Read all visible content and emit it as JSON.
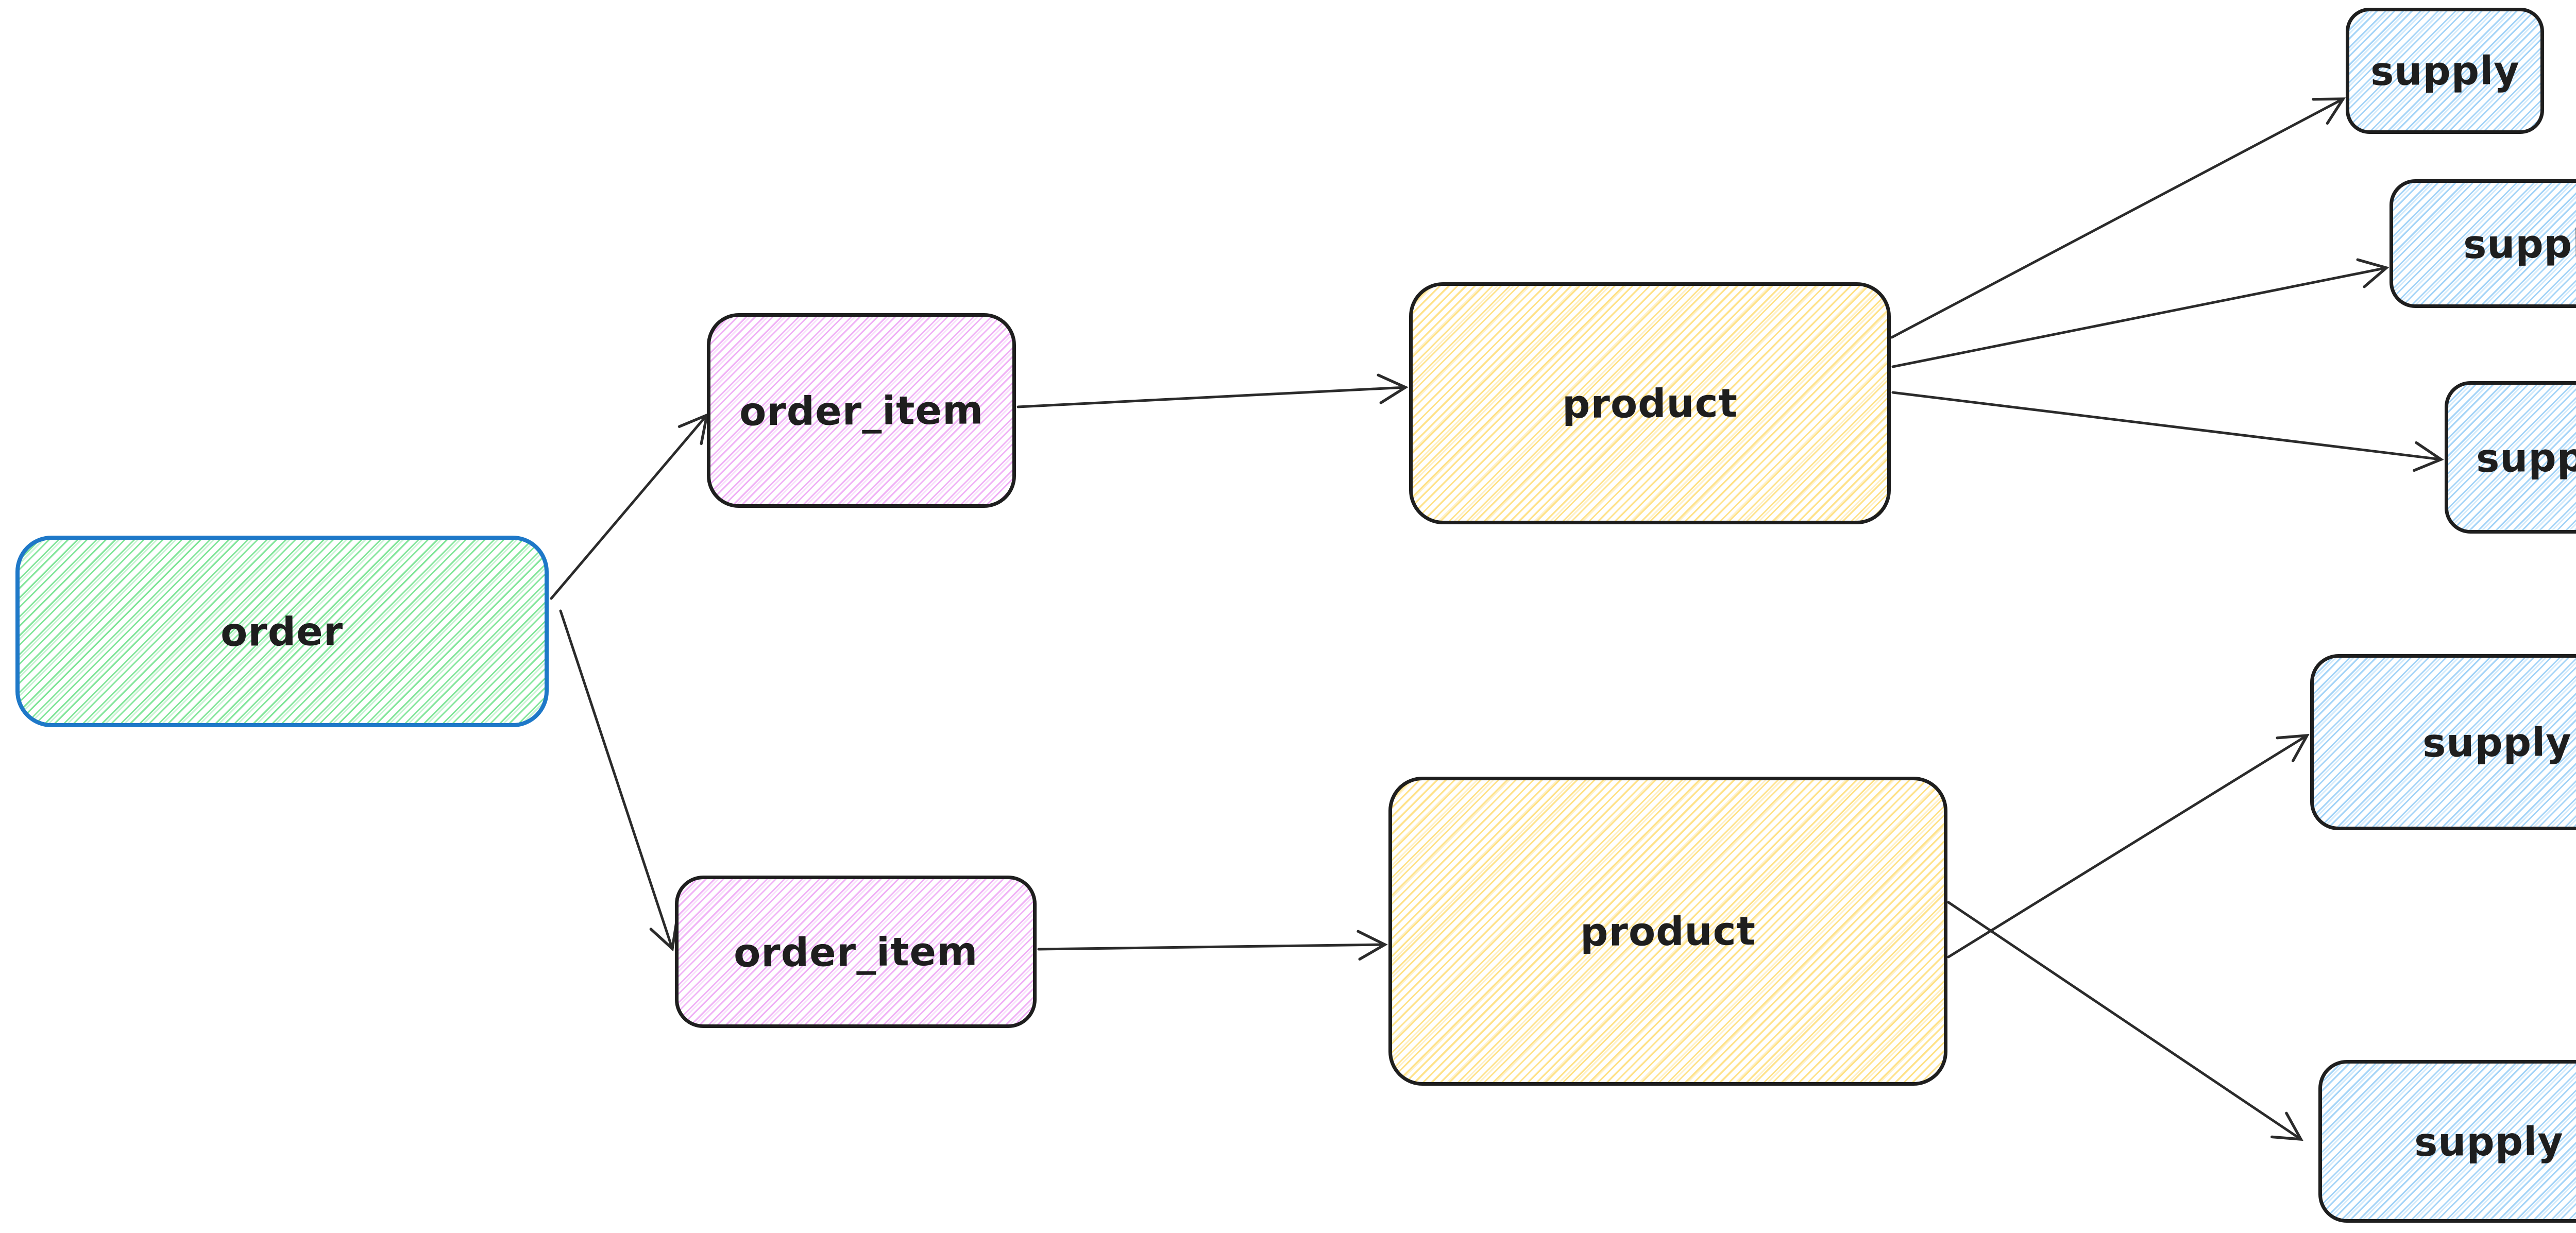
{
  "canvas": {
    "background_color": "#ffffff"
  },
  "styles": {
    "arrow_color": "#2b2b2b",
    "label_color": "#1e1e1e",
    "default_border_color": "#1e1e1e",
    "selected_border_color": "#1e78c8"
  },
  "nodes": [
    {
      "id": "order",
      "label": "order",
      "shape": "rounded-rectangle",
      "fill_style": "hachure",
      "hatch_color": "#7be495",
      "border_color": "#1e78c8"
    },
    {
      "id": "order_item_top",
      "label": "order_item",
      "shape": "rounded-rectangle",
      "fill_style": "hachure",
      "hatch_color": "#efaef6",
      "border_color": "#1e1e1e"
    },
    {
      "id": "order_item_bottom",
      "label": "order_item",
      "shape": "rounded-rectangle",
      "fill_style": "hachure",
      "hatch_color": "#efaef6",
      "border_color": "#1e1e1e"
    },
    {
      "id": "product_top",
      "label": "product",
      "shape": "rounded-rectangle",
      "fill_style": "hachure",
      "hatch_color": "#ffe083",
      "border_color": "#1e1e1e"
    },
    {
      "id": "product_bottom",
      "label": "product",
      "shape": "rounded-rectangle",
      "fill_style": "hachure",
      "hatch_color": "#ffe083",
      "border_color": "#1e1e1e"
    },
    {
      "id": "supply_1",
      "label": "supply",
      "shape": "rounded-rectangle",
      "fill_style": "hachure",
      "hatch_color": "#9fd2f7",
      "border_color": "#1e1e1e"
    },
    {
      "id": "supply_2",
      "label": "supply",
      "shape": "rounded-rectangle",
      "fill_style": "hachure",
      "hatch_color": "#9fd2f7",
      "border_color": "#1e1e1e"
    },
    {
      "id": "supply_3",
      "label": "supply",
      "shape": "rounded-rectangle",
      "fill_style": "hachure",
      "hatch_color": "#9fd2f7",
      "border_color": "#1e1e1e"
    },
    {
      "id": "supply_4",
      "label": "supply",
      "shape": "rounded-rectangle",
      "fill_style": "hachure",
      "hatch_color": "#9fd2f7",
      "border_color": "#1e1e1e"
    },
    {
      "id": "supply_5",
      "label": "supply",
      "shape": "rounded-rectangle",
      "fill_style": "hachure",
      "hatch_color": "#9fd2f7",
      "border_color": "#1e1e1e"
    }
  ],
  "edges": [
    {
      "from": "order",
      "to": "order_item_top",
      "arrowhead": "open"
    },
    {
      "from": "order",
      "to": "order_item_bottom",
      "arrowhead": "open"
    },
    {
      "from": "order_item_top",
      "to": "product_top",
      "arrowhead": "open"
    },
    {
      "from": "order_item_bottom",
      "to": "product_bottom",
      "arrowhead": "open"
    },
    {
      "from": "product_top",
      "to": "supply_1",
      "arrowhead": "open"
    },
    {
      "from": "product_top",
      "to": "supply_2",
      "arrowhead": "open"
    },
    {
      "from": "product_top",
      "to": "supply_3",
      "arrowhead": "open"
    },
    {
      "from": "product_bottom",
      "to": "supply_4",
      "arrowhead": "open"
    },
    {
      "from": "product_bottom",
      "to": "supply_5",
      "arrowhead": "open"
    }
  ]
}
